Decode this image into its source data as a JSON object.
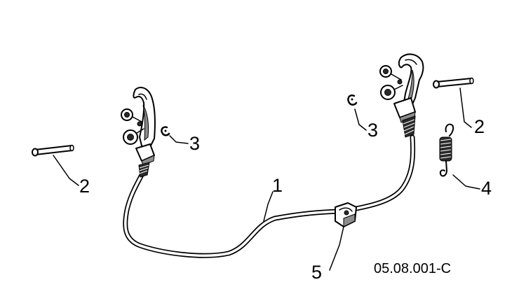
{
  "diagram": {
    "callouts": [
      {
        "id": "cable",
        "label": "1"
      },
      {
        "id": "pin-left",
        "label": "2"
      },
      {
        "id": "pin-right",
        "label": "2"
      },
      {
        "id": "clip-left",
        "label": "3"
      },
      {
        "id": "clip-right",
        "label": "3"
      },
      {
        "id": "spring",
        "label": "4"
      },
      {
        "id": "clamp",
        "label": "5"
      }
    ],
    "drawing_code": "05.08.001-C"
  }
}
